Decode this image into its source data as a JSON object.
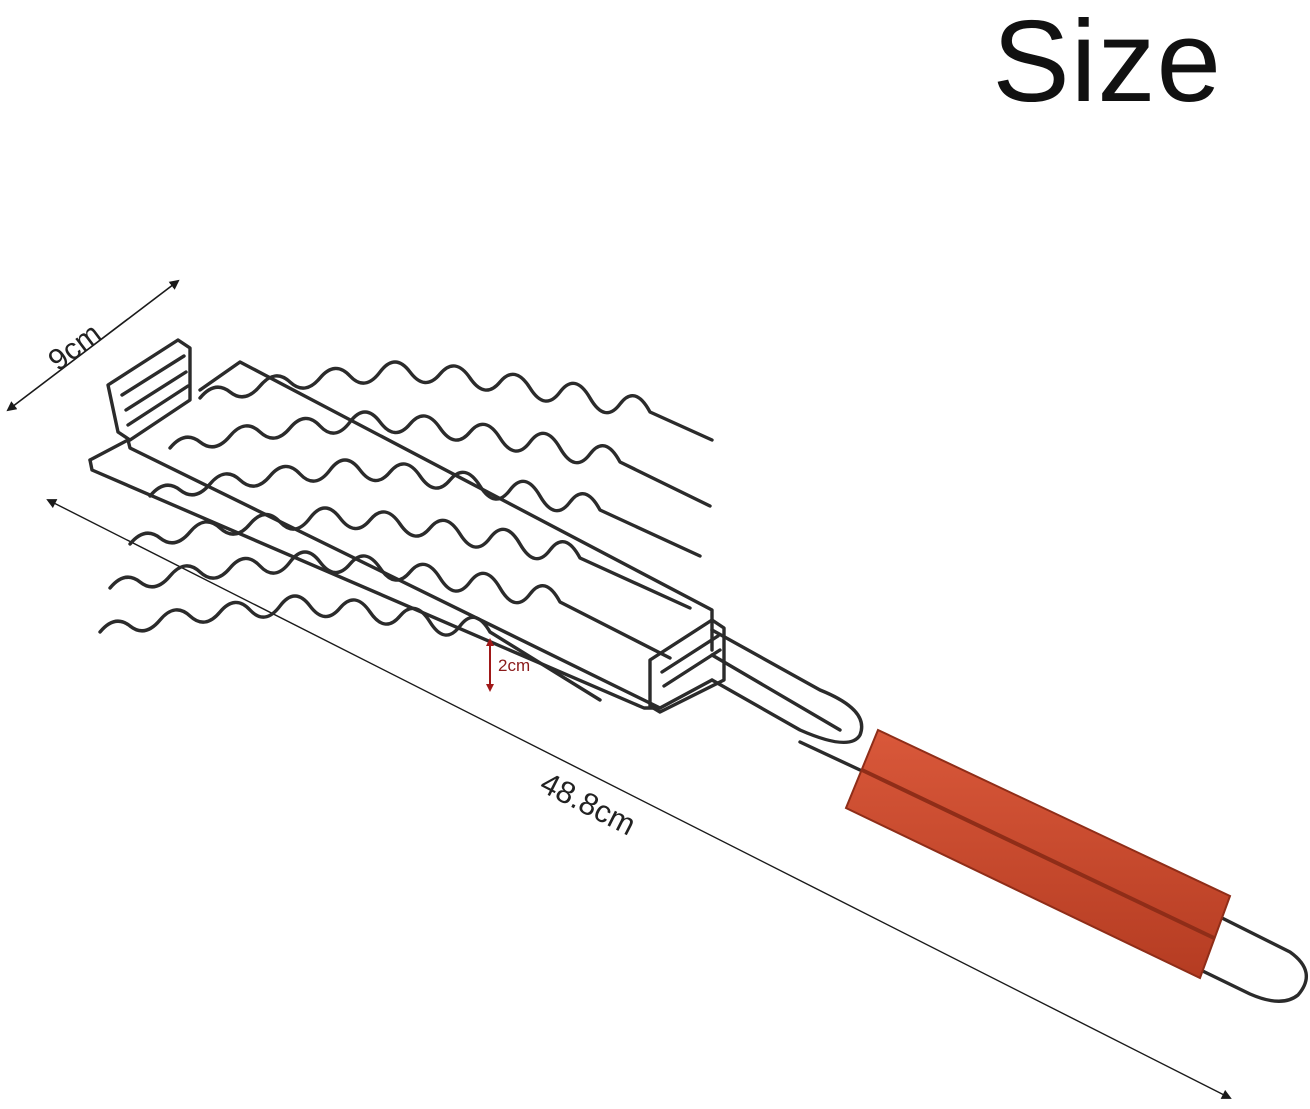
{
  "title": "Size",
  "dimensions": {
    "width_label": "9cm",
    "length_label": "48.8cm",
    "wave_height_label": "2cm"
  },
  "colors": {
    "wire": "#2b2b2b",
    "handle": "#c8482c",
    "handle_dark": "#8f2d18",
    "dimension_line": "#1a1a1a",
    "accent_red": "#a01818"
  }
}
